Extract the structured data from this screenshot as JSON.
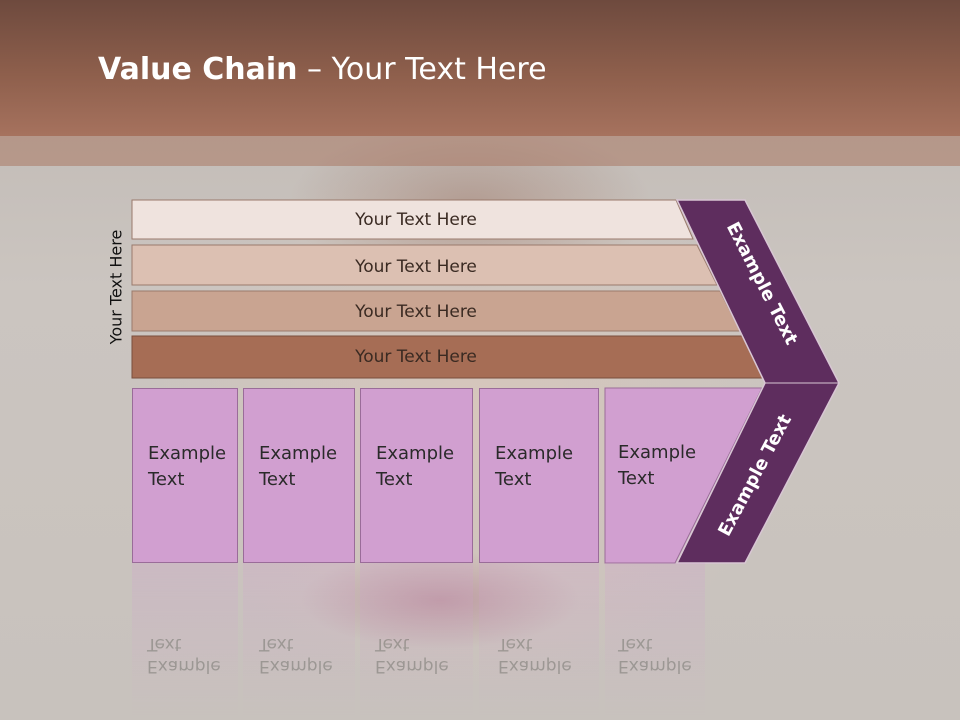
{
  "title": {
    "bold": "Value Chain",
    "rest": " – Your Text Here"
  },
  "side_label": "Your Text Here",
  "bars": [
    {
      "label": "Your Text Here",
      "color": "#efe3de"
    },
    {
      "label": "Your Text Here",
      "color": "#dcc0b2"
    },
    {
      "label": "Your Text Here",
      "color": "#c9a491"
    },
    {
      "label": "Your Text Here",
      "color": "#a66d55"
    }
  ],
  "cards": [
    {
      "line1": "Example",
      "line2": "Text"
    },
    {
      "line1": "Example",
      "line2": "Text"
    },
    {
      "line1": "Example",
      "line2": "Text"
    },
    {
      "line1": "Example",
      "line2": "Text"
    },
    {
      "line1": "Example",
      "line2": "Text"
    }
  ],
  "chevron_top": "Example Text",
  "chevron_bottom": "Example Text",
  "colors": {
    "card": "#d19fd0",
    "chevron": "#5e2d5e",
    "header": "#8e5f4c"
  }
}
